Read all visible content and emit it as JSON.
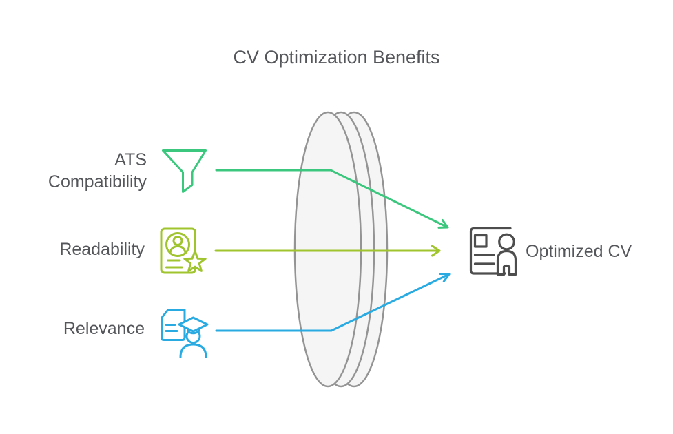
{
  "title": "CV Optimization Benefits",
  "colors": {
    "green": "#3bc77d",
    "lime": "#9fc42e",
    "blue": "#29abe2",
    "dark": "#4d4d4d",
    "lens_stroke": "#949494",
    "lens_fill": "#f5f5f5",
    "text": "#54565a"
  },
  "inputs": [
    {
      "label": "ATS\nCompatibility",
      "icon": "funnel-icon",
      "color": "#3bc77d"
    },
    {
      "label": "Readability",
      "icon": "cv-with-star-icon",
      "color": "#9fc42e"
    },
    {
      "label": "Relevance",
      "icon": "document-graduate-icon",
      "color": "#29abe2"
    }
  ],
  "output": {
    "label": "Optimized CV",
    "icon": "cv-person-icon",
    "color": "#4d4d4d"
  }
}
